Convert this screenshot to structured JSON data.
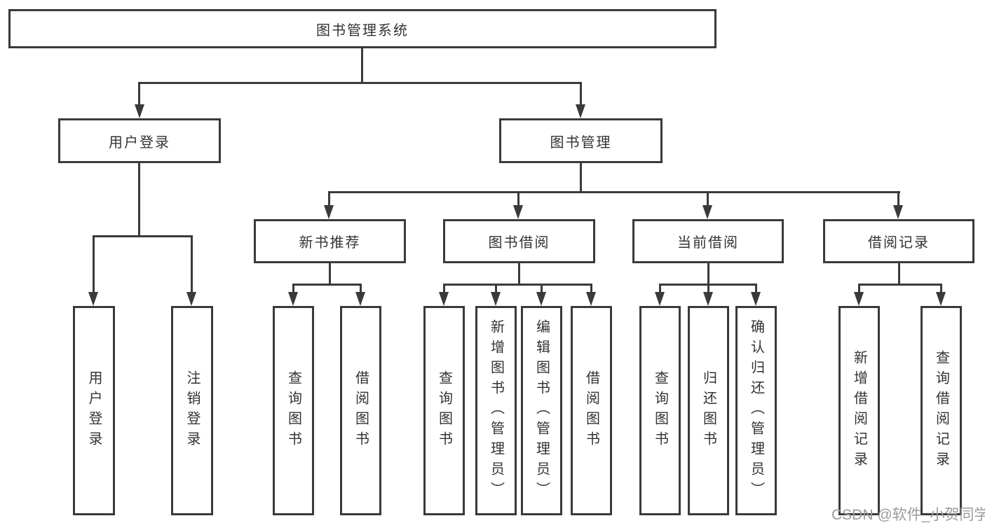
{
  "root": {
    "label": "图书管理系统"
  },
  "user_login": {
    "label": "用户登录",
    "children": [
      {
        "label": "用户登录"
      },
      {
        "label": "注销登录"
      }
    ]
  },
  "book_mgmt": {
    "label": "图书管理",
    "children": [
      {
        "label": "新书推荐",
        "children": [
          {
            "label": "查询图书"
          },
          {
            "label": "借阅图书"
          }
        ]
      },
      {
        "label": "图书借阅",
        "children": [
          {
            "label": "查询图书"
          },
          {
            "label": "新增图书（管理员）"
          },
          {
            "label": "编辑图书（管理员）"
          },
          {
            "label": "借阅图书"
          }
        ]
      },
      {
        "label": "当前借阅",
        "children": [
          {
            "label": "查询图书"
          },
          {
            "label": "归还图书"
          },
          {
            "label": "确认归还（管理员）"
          }
        ]
      },
      {
        "label": "借阅记录",
        "children": [
          {
            "label": "新增借阅记录"
          },
          {
            "label": "查询借阅记录"
          }
        ]
      }
    ]
  },
  "watermark": "CSDN @软件_小贺同学",
  "colors": {
    "line": "#3a3a3a",
    "text": "#333333",
    "watermark": "#9b9b9b"
  }
}
